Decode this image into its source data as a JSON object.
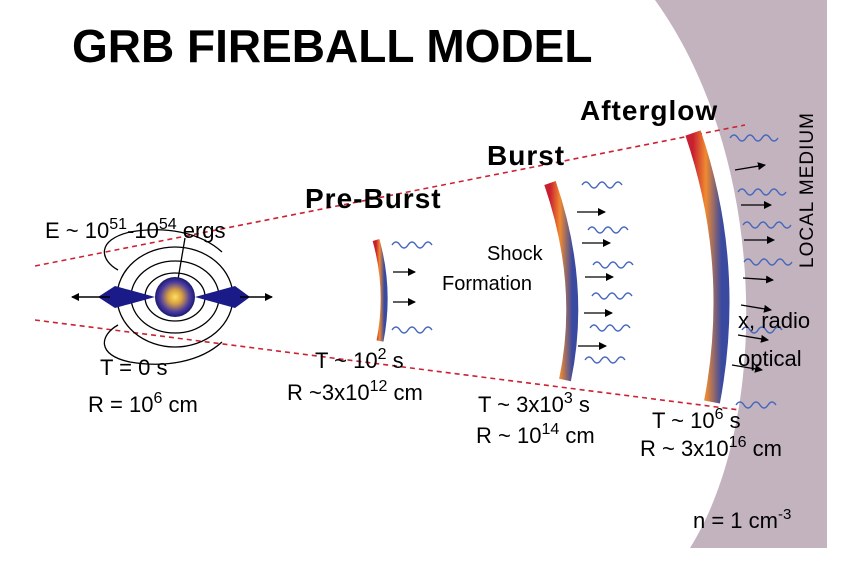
{
  "title": "GRB FIREBALL MODEL",
  "medium_label": "LOCAL MEDIUM",
  "energy": {
    "prefix": "E ~ 10",
    "exp1": "51",
    "mid": "-10",
    "exp2": "54",
    "suffix": " ergs"
  },
  "stages": {
    "pre_burst": "Pre-Burst",
    "burst": "Burst",
    "afterglow": "Afterglow"
  },
  "shock_formation": [
    "Shock",
    "Formation"
  ],
  "emission": {
    "xray_radio": "x, radio",
    "optical": "optical"
  },
  "source": {
    "time": "T = 0 s",
    "radius": {
      "prefix": "R = 10",
      "exp": "6",
      "suffix": " cm"
    }
  },
  "pre_burst_labels": {
    "time": {
      "prefix": "T ~ 10",
      "exp": "2",
      "suffix": " s"
    },
    "radius": {
      "prefix": "R ~3x10",
      "exp": "12",
      "suffix": " cm"
    }
  },
  "burst_labels": {
    "time": {
      "prefix": "T ~ 3x10",
      "exp": "3",
      "suffix": " s"
    },
    "radius": {
      "prefix": "R ~ 10",
      "exp": "14",
      "suffix": " cm"
    }
  },
  "afterglow_labels": {
    "time": {
      "prefix": "T ~ 10",
      "exp": "6",
      "suffix": " s"
    },
    "radius": {
      "prefix": "R ~ 3x10",
      "exp": "16",
      "suffix": " cm"
    }
  },
  "density": {
    "prefix": "n = 1 cm",
    "exp": "-3"
  },
  "colors": {
    "medium": "#c2b3bf",
    "cone_line": "#cc2233",
    "jet": "#1a1a88",
    "shell_outer": "#3a4aa0",
    "shell_mid": "#f08a30",
    "shell_inner": "#c82030",
    "wave": "#4466bb"
  }
}
